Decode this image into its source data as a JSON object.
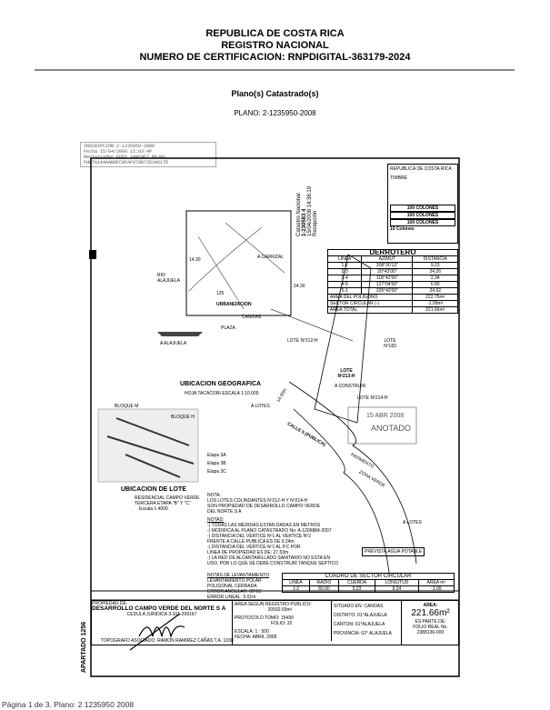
{
  "header": {
    "line1": "REPUBLICA DE COSTA RICA",
    "line2": "REGISTRO NACIONAL",
    "line3": "NUMERO DE CERTIFICACION: RNPDIGITAL-363179-2024"
  },
  "section_title": "Plano(s) Catastrado(s)",
  "plano_label": "PLANO: 2-1235950-2008",
  "inscription": {
    "l1": "INSCRIPCION  2-1235950-2008",
    "l2": "Fecha       15/04/2008 15:03:4P",
    "l3": "Registrador  EDDY SANCHEZ ROJAS",
    "l4": "FHOTA1A4AAB8FC9FAF978B73534617D"
  },
  "vertical_stamp": {
    "l1": "Catastro Nacional",
    "l2": "1-230583 4",
    "l3": "15/04/2008 14:36:19",
    "l4": "Recepción"
  },
  "stamps": {
    "republic": "REPUBLICA DE COSTA RICA",
    "timbre": "TIMBRE",
    "v1": "100 COLONES",
    "v2": "100 COLONES",
    "v3": "100 COLONES",
    "v4": "10 Colones"
  },
  "derrotero": {
    "title": "DERROTERO",
    "headers": [
      "LINEA",
      "AZIMUT",
      "DISTANCIA"
    ],
    "rows": [
      [
        "1-2",
        "308°30'13\"",
        "9.23"
      ],
      [
        "2-3",
        "20°43'00\"",
        "24.26"
      ],
      [
        "3-4",
        "118°42'00\"",
        "2.34"
      ],
      [
        "4-5",
        "127°04'00\"",
        "6.80"
      ],
      [
        "5-1",
        "205°43'00\"",
        "24.92"
      ]
    ],
    "area_poligono_label": "AREA DEL POLIGONO",
    "area_poligono": "222.75m²",
    "sector_label": "SECTOR CIRCULAR (-)",
    "sector": "-1.09m²",
    "area_total_label": "AREA TOTAL",
    "area_total": "221.66m²"
  },
  "location_map": {
    "rio": "RIO ALAJUELA",
    "carrizal": "A CARRIZAL",
    "urbanizacion": "URBANIZACION",
    "canoas": "CANOAS",
    "plaza": "PLAZA",
    "alajuela": "A ALAJUELA",
    "road": "125",
    "d1": "14.30",
    "d2": "24.30",
    "title": "UBICACION GEOGRAFICA",
    "hoja": "HOJA TACACORI   ESCALA 1:10.000"
  },
  "lot_map": {
    "title": "UBICACION DE LOTE",
    "sub1": "RESIDENCIAL CAMPO VERDE",
    "sub2": "TERCERA ETAPA \"B\" Y \"C\"",
    "scale": "Escala 1:4000",
    "bloque_m": "BLOQUE M",
    "bloque_h": "BLOQUE H",
    "etapa3a": "Etapa 3A",
    "etapa3b": "Etapa 3B",
    "etapa3c": "Etapa 3C"
  },
  "plan": {
    "lote183": "LOTE Nº183",
    "lote212": "LOTE Nº212-H",
    "lote213": "LOTE Nº213-H",
    "construir": "A CONSTRUIR",
    "lote214": "LOTE Nº214-H",
    "a_lotes1": "A LOTES",
    "a_lotes2": "A LOTES",
    "calle": "CALLE 5 (PUBLICA)",
    "ancho": "14.00m",
    "zona": "ZONA VERDE",
    "pav": "PAVIMENTO",
    "agua": "PREVISTA AGUA POTABLE"
  },
  "notes": {
    "nota_title": "NOTA:",
    "nota": [
      "LOS LOTES COLINDANTES Nº212-H Y Nº214-H",
      "SON PROPIEDAD DE DESARROLLO CAMPO VERDE",
      "DEL NORTE S A"
    ],
    "notas_title": "NOTAS:",
    "items": [
      "-) TODAS LAS MEDIDAS ESTAN DADAS EN METROS",
      "-) MODIFICA AL PLANO CATASTRADO No: A-1206884-2007",
      "-) DISTANCIA DEL VERTICE Nº1 AL VERTICE Nº2",
      "    FRENTE A CALLE PUBLICA ES DE 9.24m",
      "-) DISTANCIA DEL VERTICE Nº1 AL P.C POR",
      "    LINEA DE PROPIEDAD ES DE: 27.53m",
      "-) LA RED DE ALCANTARILLADO SANITARIO NO ESTA EN",
      "    USO, POR LO QUE SE DEBE CONSTRUIR TANQUE SEPTICO"
    ],
    "lev_title": "NOTAS DE LEVANTAMIENTO",
    "lev": [
      "LEVANTAMIENTO POLAR",
      "POLIGONAL CERRADA",
      "ERROR ANGULAR: 00°01'",
      "ERROR LINEAL: 0.01m"
    ]
  },
  "sector_table": {
    "title": "CUADRO DE SECTOR CIRCULAR",
    "headers": [
      "LINEA",
      "RADIO",
      "CUERDA",
      "LONGITUD",
      "AREA m²"
    ],
    "row": [
      "1-2",
      "60.00",
      "9.23",
      "9.24",
      "-1.09"
    ]
  },
  "stamp_date": "15 ABR 2008",
  "stamp_word": "ANOTADO",
  "titleblock": {
    "apartado": "APARTADO 1256",
    "propiedad_label": "PROPIEDAD DE:",
    "owner": "DESARROLLO CAMPO VERDE DEL NORTE S A",
    "cedula": "CEDULA JURIDICA 3-101-209167",
    "topografo": "TOPOGRAFO ASOCIADO: RAMON RAMIREZ CAÑAS T.A. 1030",
    "area_reg_label": "AREA SEGUN REGISTRO PUBLICO:",
    "area_reg": "20592.69m²",
    "protocolo": "PROTOCOLO",
    "tomo": "TOMO: 15490",
    "folio": "FOLIO: 32",
    "escala": "ESCALA: 1 : 500",
    "fecha": "FECHA: ABRIL 2008",
    "situado": "SITUADO EN: CANOAS",
    "distrito": "DISTRITO: 01°ALAJUELA",
    "canton": "CANTON: 01°ALAJUELA",
    "provincia": "PROVINCIA: 02° ALAJUELA",
    "area_label": "AREA:",
    "area": "221.66m²",
    "parte": "ES PARTE DE:",
    "folio_real": "FOLIO REAL No.",
    "folio_num": "2388136-000"
  },
  "footer": "Página 1 de 3. Plano: 2 1235950 2008"
}
